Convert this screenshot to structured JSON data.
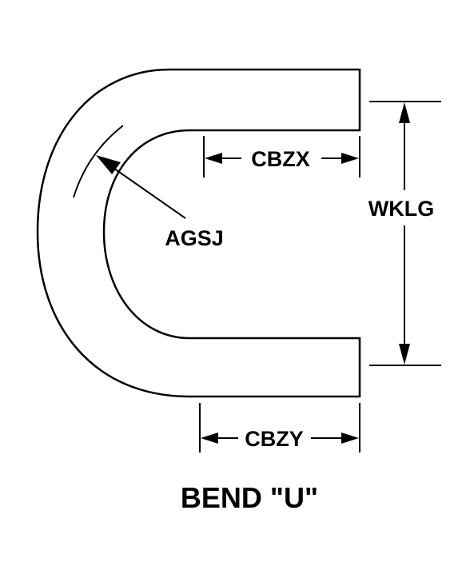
{
  "diagram": {
    "title": "BEND \"U\"",
    "labels": {
      "inner_straight": "CBZX",
      "outer_straight": "CBZY",
      "height": "WKLG",
      "radius": "AGSJ"
    },
    "colors": {
      "line": "#000000",
      "background": "#ffffff"
    }
  }
}
